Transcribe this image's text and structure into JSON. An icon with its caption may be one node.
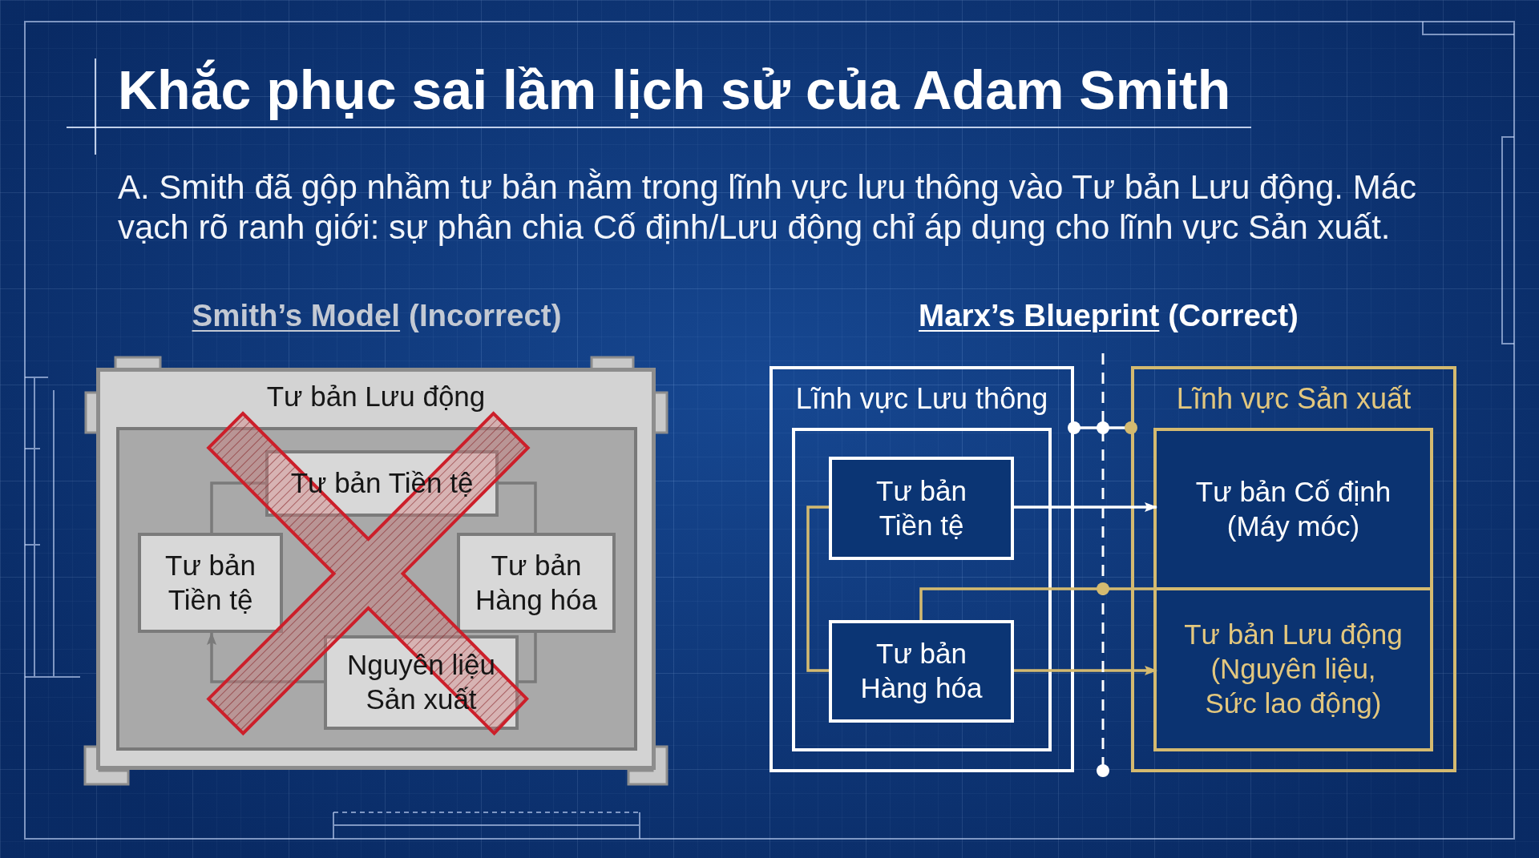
{
  "diagram": {
    "title": "Khắc phục sai lầm lịch sử của Adam Smith",
    "nodes": [
      {
        "text": [
          "Tư bản Lưu động"
        ]
      },
      {
        "text": [],
        "shape": "box",
        "in": 0
      },
      {
        "text": [
          "Tư bản Tiền tệ"
        ],
        "in": 1
      },
      {
        "text": [
          "Tư bản Tiền tệ"
        ],
        "in": 1
      },
      {
        "text": [
          "Tư bản Hàng hóa"
        ],
        "in": 1
      },
      {
        "text": [
          "Nguyên liệu Sản xuất"
        ],
        "in": 1
      },
      {
        "text": [
          "Lĩnh vực Lưu thông"
        ]
      },
      {
        "text": [],
        "shape": "box",
        "in": 6
      },
      {
        "text": [
          "Tư bản Tiền tệ"
        ],
        "in": 7
      },
      {
        "text": [
          "Tư bản Hàng hóa"
        ],
        "in": 7
      },
      {
        "text": [
          "Lĩnh vực Sản xuất"
        ]
      },
      {
        "text": [],
        "shape": "box",
        "in": 10
      },
      {
        "text": [
          "Tư bản Cố định",
          "(Máy móc)"
        ],
        "in": 11
      },
      {
        "text": [
          "Tư bản Lưu động",
          "(Nguyên liệu, Sức lao động)"
        ],
        "in": 11
      }
    ],
    "edges": [
      {
        "from": 3,
        "to": 2,
        "arrow": "none"
      },
      {
        "from": 2,
        "to": 4,
        "arrow": "none"
      },
      {
        "from": 4,
        "to": 5,
        "arrow": "none"
      },
      {
        "from": 5,
        "to": 3,
        "arrow": "to"
      },
      {
        "from": 8,
        "to": 12,
        "arrow": "to",
        "color": "#ffffff"
      },
      {
        "from": 9,
        "to": 13,
        "arrow": "to",
        "color": "#d4ba70"
      },
      {
        "from": 8,
        "to": 9,
        "arrow": "none",
        "color": "#d4ba70"
      },
      {
        "from": 9,
        "to": 11,
        "arrow": "none",
        "color": "#d4ba70"
      },
      {
        "from": 6,
        "to": 10,
        "arrow": "other",
        "color": "#ffffff"
      }
    ],
    "labels": [
      "A. Smith đã gộp nhầm tư bản nằm trong lĩnh vực lưu thông vào Tư bản Lưu động. Mác vạch rõ ranh giới: sự phân chia Cố định/Lưu động chỉ áp dụng cho lĩnh vực Sản xuất.",
      "Smith’s Model",
      "(Incorrect)",
      "Marx’s Blueprint",
      "(Correct)"
    ]
  }
}
